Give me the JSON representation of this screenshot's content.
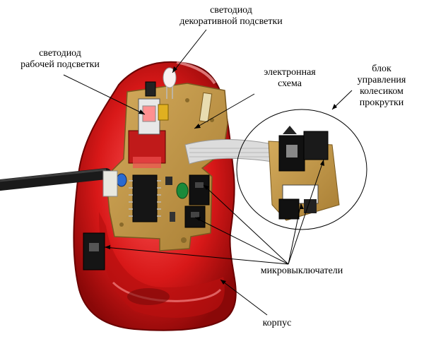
{
  "labels": {
    "decorative_led_line1": "светодиод",
    "decorative_led_line2": "декоративной подсветки",
    "working_led_line1": "светодиод",
    "working_led_line2": "рабочей подсветки",
    "circuit_line1": "электронная",
    "circuit_line2": "схема",
    "wheel_unit_line1": "блок",
    "wheel_unit_line2": "управления",
    "wheel_unit_line3": "колесиком",
    "wheel_unit_line4": "прокрутки",
    "microswitches": "микровыключатели",
    "housing": "корпус"
  },
  "colors": {
    "housing_red": "#d81818",
    "board_tan": "#c49a4a",
    "cable_black": "#1a1a1a",
    "ribbon_grey": "#d8d8d8",
    "background": "#ffffff"
  }
}
